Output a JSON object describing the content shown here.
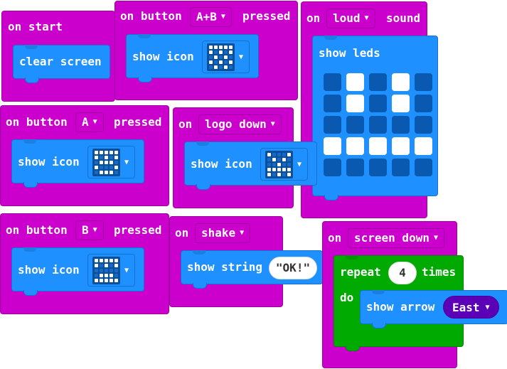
{
  "colors": {
    "event": "#cc00cc",
    "basic": "#1e90ff",
    "loop": "#00aa00",
    "direction": "#5c00b8"
  },
  "caret_icon": "triangle-down",
  "on_start": {
    "label": "on start",
    "clear_label": "clear screen"
  },
  "btn_ab": {
    "prefix": "on button",
    "button": "A+B",
    "suffix": "pressed",
    "show_label": "show icon"
  },
  "btn_a": {
    "prefix": "on button",
    "button": "A",
    "suffix": "pressed",
    "show_label": "show icon"
  },
  "btn_b": {
    "prefix": "on button",
    "button": "B",
    "suffix": "pressed",
    "show_label": "show icon"
  },
  "logo": {
    "prefix": "on",
    "gesture": "logo down",
    "show_label": "show icon"
  },
  "shake": {
    "prefix": "on",
    "gesture": "shake",
    "show_label": "show string",
    "string_value": "OK!"
  },
  "loud": {
    "prefix": "on",
    "level": "loud",
    "suffix": "sound",
    "show_label": "show leds",
    "leds": [
      [
        0,
        1,
        0,
        1,
        0
      ],
      [
        0,
        1,
        0,
        1,
        0
      ],
      [
        0,
        0,
        0,
        0,
        0
      ],
      [
        1,
        1,
        1,
        1,
        1
      ],
      [
        0,
        0,
        0,
        0,
        0
      ]
    ]
  },
  "screen": {
    "prefix": "on",
    "gesture": "screen down",
    "repeat_label": "repeat",
    "repeat_count": "4",
    "times_label": "times",
    "do_label": "do",
    "arrow_label": "show arrow",
    "direction": "East"
  },
  "icons": {
    "ab": [
      [
        1,
        1,
        1,
        1,
        1
      ],
      [
        1,
        0,
        1,
        0,
        1
      ],
      [
        0,
        1,
        0,
        1,
        0
      ],
      [
        1,
        0,
        1,
        0,
        1
      ],
      [
        0,
        1,
        0,
        1,
        0
      ]
    ],
    "a": [
      [
        1,
        1,
        1,
        1,
        1
      ],
      [
        1,
        0,
        1,
        0,
        1
      ],
      [
        0,
        1,
        1,
        1,
        0
      ],
      [
        1,
        0,
        0,
        0,
        1
      ],
      [
        0,
        1,
        1,
        1,
        0
      ]
    ],
    "b": [
      [
        1,
        1,
        1,
        1,
        1
      ],
      [
        1,
        0,
        1,
        0,
        1
      ],
      [
        0,
        0,
        0,
        0,
        0
      ],
      [
        0,
        1,
        1,
        1,
        0
      ],
      [
        1,
        1,
        1,
        1,
        1
      ]
    ],
    "logo": [
      [
        1,
        0,
        0,
        0,
        1
      ],
      [
        0,
        1,
        0,
        1,
        0
      ],
      [
        0,
        0,
        1,
        0,
        0
      ],
      [
        1,
        1,
        1,
        1,
        1
      ],
      [
        1,
        0,
        1,
        0,
        1
      ]
    ]
  }
}
